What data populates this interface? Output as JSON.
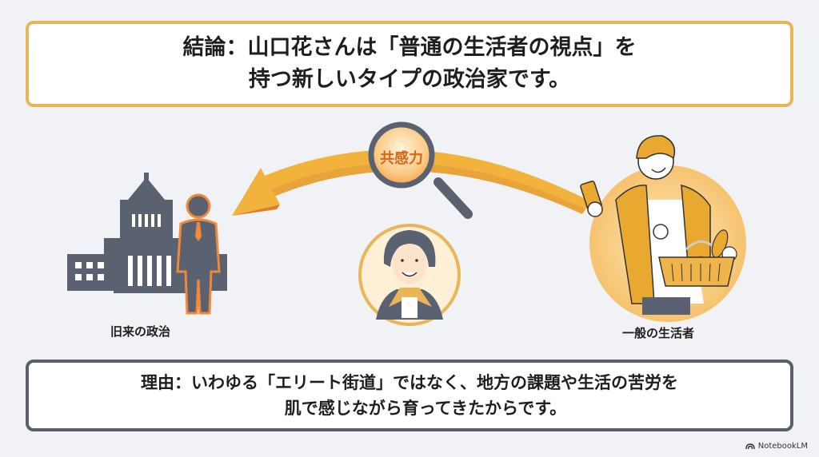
{
  "conclusion": {
    "line1": "結論：山口花さんは「普通の生活者の視点」を",
    "line2": "持つ新しいタイプの政治家です。"
  },
  "diagram": {
    "lens_label": "共感力",
    "left_label": "旧来の政治",
    "right_label": "一般の生活者",
    "center_figure": "politician-portrait",
    "arrow_direction": "right-to-left"
  },
  "reason": {
    "line1": "理由：いわゆる「エリート街道」ではなく、地方の課題や生活の苦労を",
    "line2": "肌で感じながら育ってきたからです。"
  },
  "watermark": {
    "label": "NotebookLM",
    "icon": "notebooklm-logo-icon"
  },
  "colors": {
    "background": "#f1f2f6",
    "accent_gold": "#e9b555",
    "accent_orange": "#f0a030",
    "lens_text": "#d46818",
    "slate": "#5a606b"
  }
}
